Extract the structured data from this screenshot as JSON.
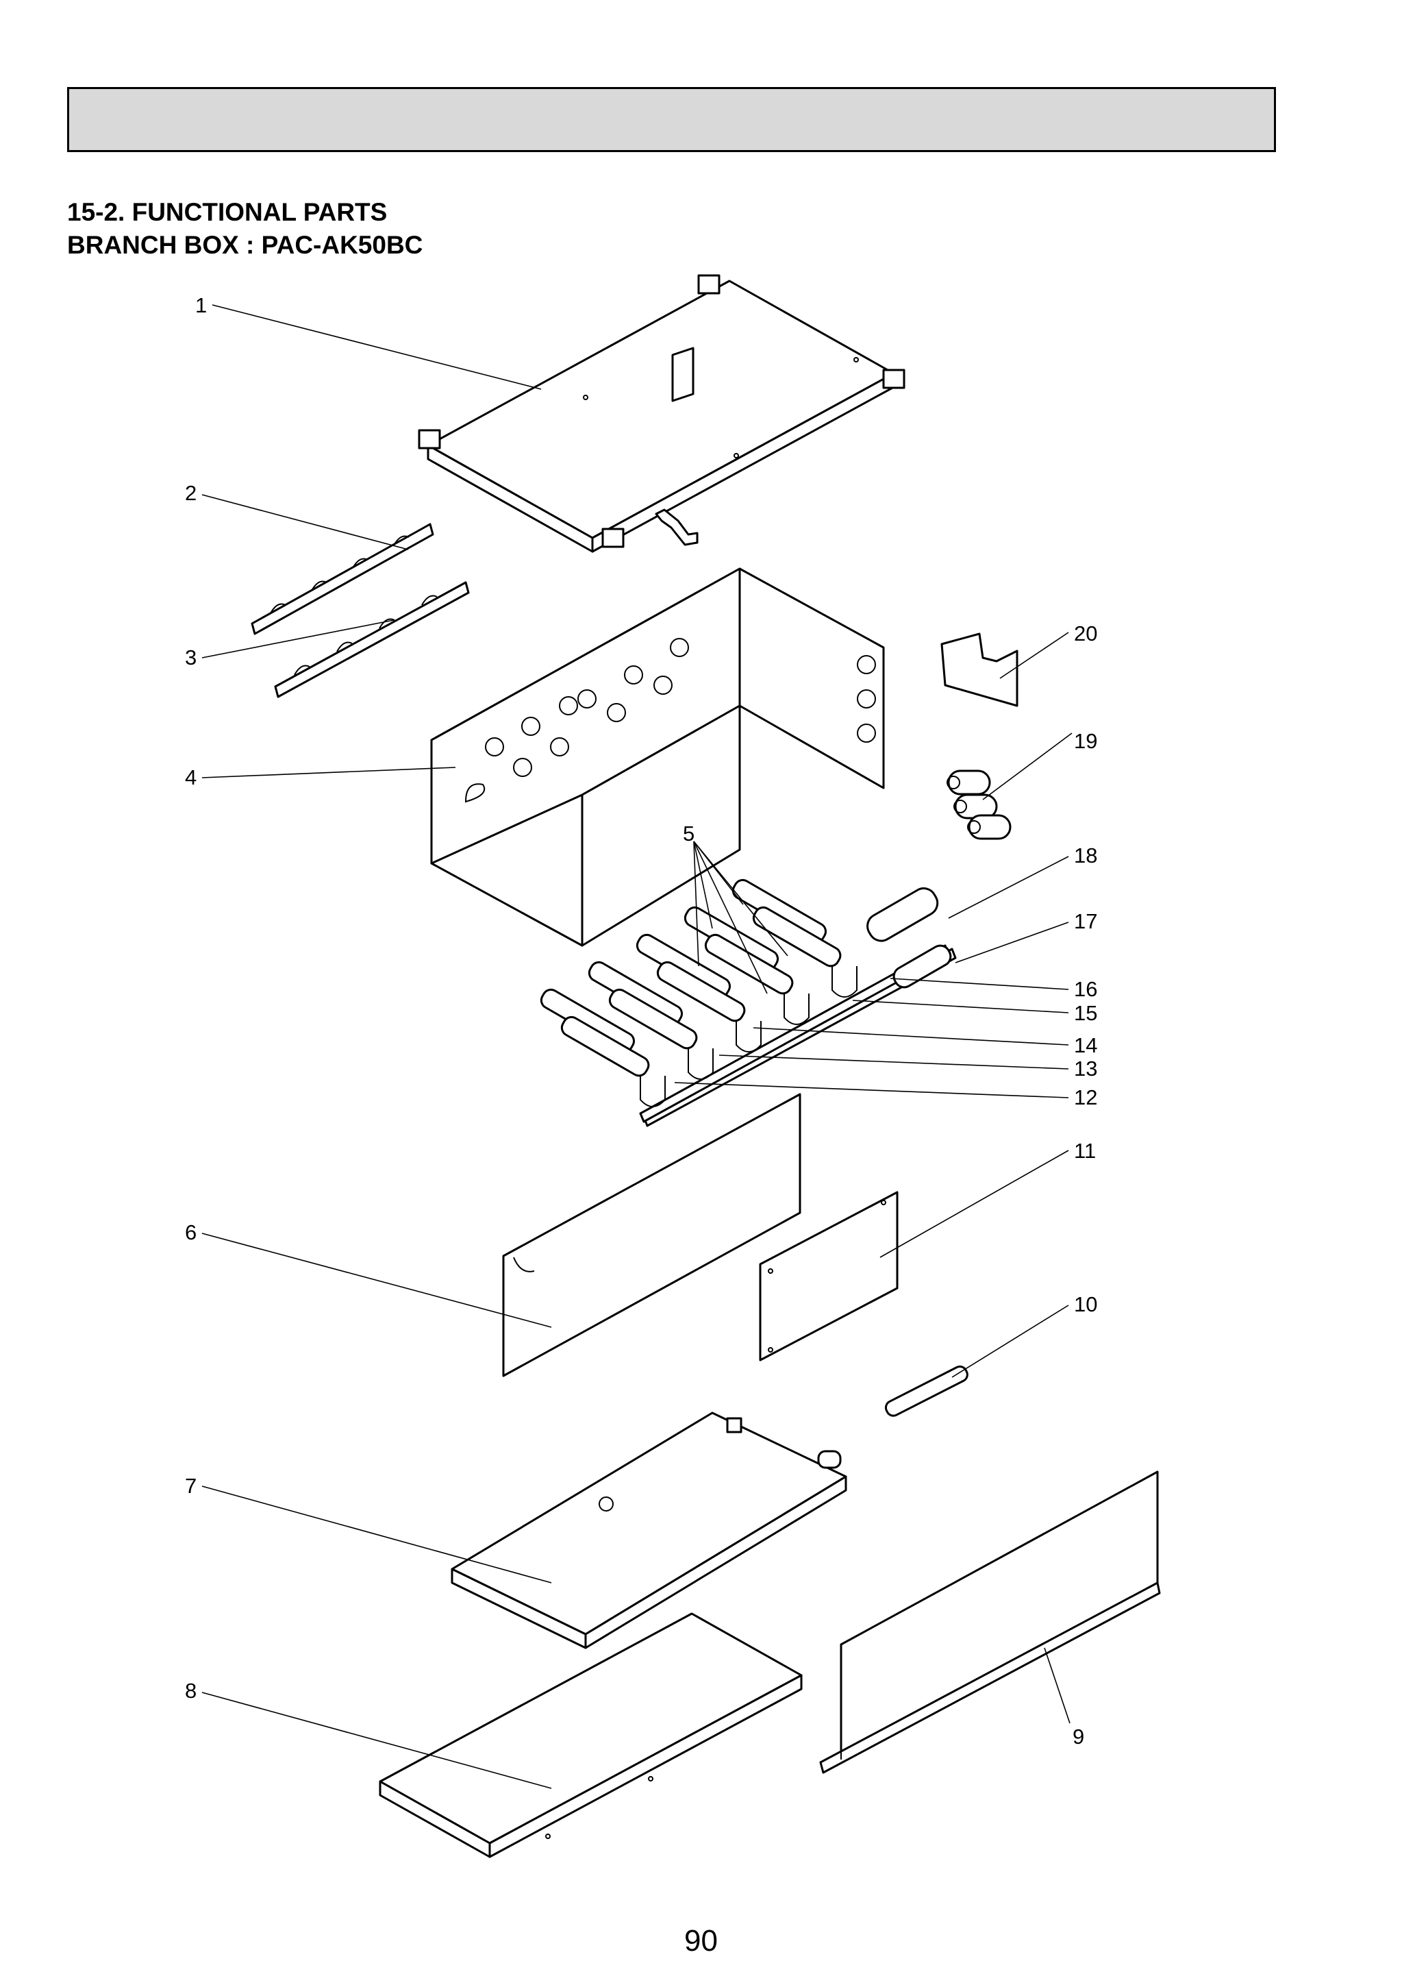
{
  "header": {
    "title_line1": "15-2. FUNCTIONAL PARTS",
    "title_line2": "BRANCH BOX : PAC-AK50BC"
  },
  "callouts": [
    "1",
    "2",
    "3",
    "4",
    "5",
    "6",
    "7",
    "8",
    "9",
    "10",
    "11",
    "12",
    "13",
    "14",
    "15",
    "16",
    "17",
    "18",
    "19",
    "20"
  ],
  "footer": {
    "page_number": "90"
  }
}
